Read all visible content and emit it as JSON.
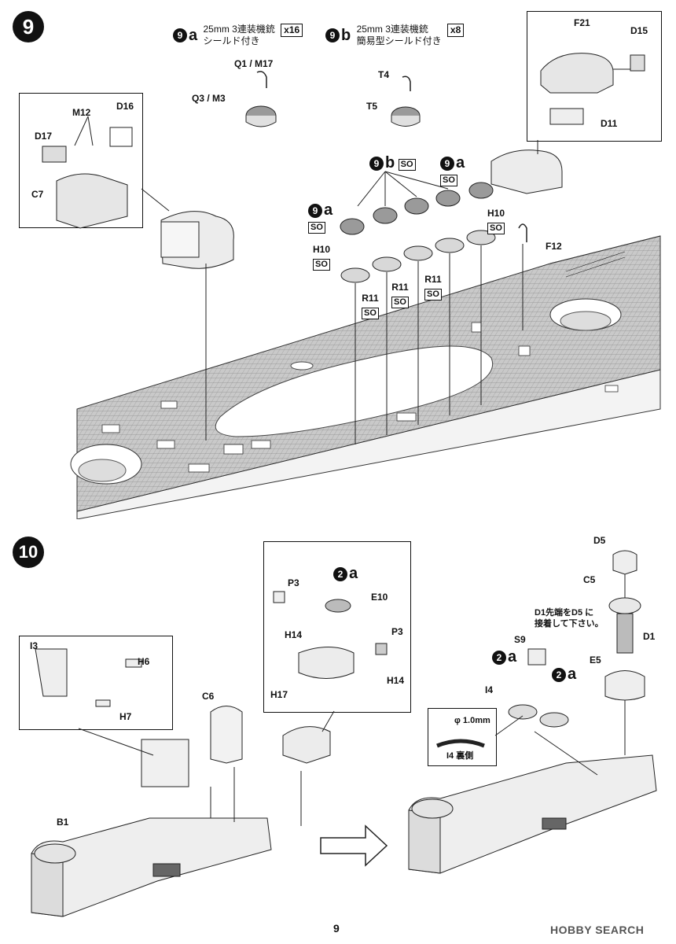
{
  "page_number": "9",
  "watermark": "HOBBY SEARCH",
  "step9": {
    "number": "9",
    "gun_a": {
      "badge": "9",
      "letter": "a",
      "line1": "25mm 3連装機銃",
      "line2": "シールド付き",
      "qty": "x16"
    },
    "gun_b": {
      "badge": "9",
      "letter": "b",
      "line1": "25mm 3連装機銃",
      "line2": "簡易型シールド付き",
      "qty": "x8"
    },
    "parts": {
      "q1m17": "Q1 / M17",
      "q3m3": "Q3 / M3",
      "t4": "T4",
      "t5": "T5",
      "m12": "M12",
      "d16": "D16",
      "d17": "D17",
      "c7": "C7",
      "f21": "F21",
      "d15": "D15",
      "d11": "D11",
      "f12": "F12",
      "h10a": "H10",
      "h10b": "H10",
      "r11a": "R11",
      "r11b": "R11",
      "r11c": "R11"
    },
    "so": "SO",
    "callout_a1": {
      "badge": "9",
      "letter": "a"
    },
    "callout_a2": {
      "badge": "9",
      "letter": "a"
    },
    "callout_b": {
      "badge": "9",
      "letter": "b"
    }
  },
  "step10": {
    "number": "10",
    "parts": {
      "i3": "I3",
      "h6": "H6",
      "h7": "H7",
      "c6": "C6",
      "b1": "B1",
      "p3a": "P3",
      "p3b": "P3",
      "h14a": "H14",
      "h14b": "H14",
      "h17": "H17",
      "e10": "E10",
      "d5": "D5",
      "c5": "C5",
      "d1": "D1",
      "e5": "E5",
      "s9": "S9",
      "i4": "I4"
    },
    "callout_2a_top": {
      "badge": "2",
      "letter": "a"
    },
    "callout_2a_left": {
      "badge": "2",
      "letter": "a"
    },
    "callout_2a_right": {
      "badge": "2",
      "letter": "a"
    },
    "note_line1": "D1先端をD5 に",
    "note_line2": "接着して下さい。",
    "drill": "φ 1.0mm",
    "i4_back": "I4 裏側"
  }
}
